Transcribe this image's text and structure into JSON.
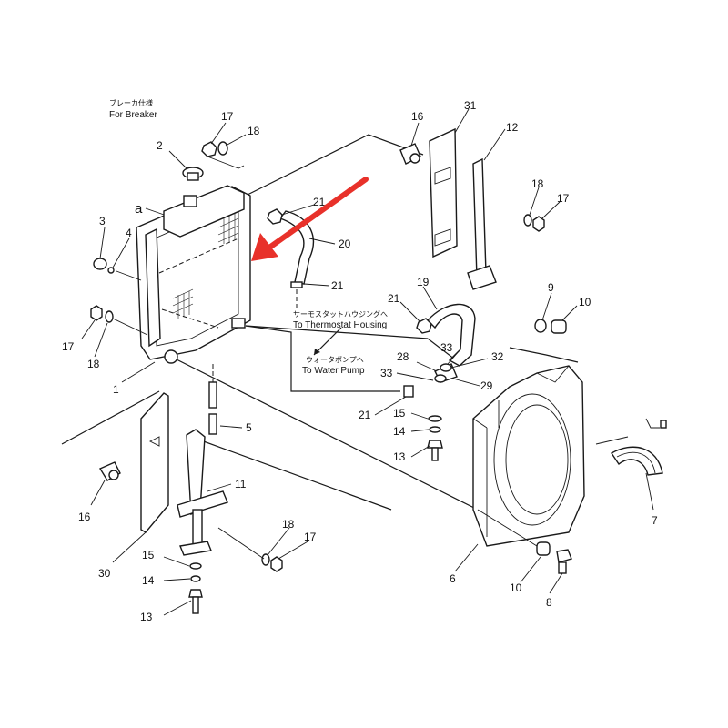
{
  "diagram": {
    "arrow_color": "#e8312a",
    "line_color": "#1a1a1a",
    "notes": {
      "breaker_jp": "ブレーカ仕様",
      "breaker_en": "For Breaker",
      "thermostat_jp": "サーモスタットハウジングへ",
      "thermostat_en": "To Thermostat Housing",
      "pump_jp": "ウォータポンプへ",
      "pump_en": "To Water Pump",
      "ref_a": "a"
    },
    "labels": [
      "17",
      "18",
      "2",
      "3",
      "4",
      "17",
      "18",
      "1",
      "21",
      "20",
      "21",
      "5",
      "16",
      "30",
      "11",
      "15",
      "14",
      "13",
      "18",
      "17",
      "16",
      "31",
      "12",
      "18",
      "17",
      "19",
      "21",
      "28",
      "33",
      "32",
      "33",
      "29",
      "21",
      "15",
      "14",
      "13",
      "9",
      "10",
      "6",
      "7",
      "10",
      "8"
    ]
  }
}
